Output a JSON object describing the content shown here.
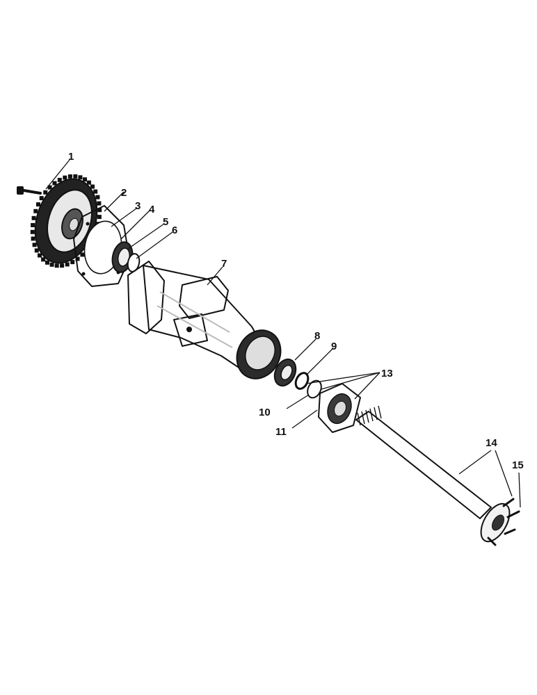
{
  "diagram": {
    "colors": {
      "ink": "#111111",
      "paper": "#ffffff",
      "shade": "#2b2b2b",
      "mid": "#777777"
    },
    "callouts": [
      {
        "id": "1",
        "label": "1"
      },
      {
        "id": "2",
        "label": "2"
      },
      {
        "id": "3",
        "label": "3"
      },
      {
        "id": "4",
        "label": "4"
      },
      {
        "id": "5",
        "label": "5"
      },
      {
        "id": "6",
        "label": "6"
      },
      {
        "id": "7",
        "label": "7"
      },
      {
        "id": "8",
        "label": "8"
      },
      {
        "id": "9",
        "label": "9"
      },
      {
        "id": "10",
        "label": "10"
      },
      {
        "id": "11",
        "label": "11"
      },
      {
        "id": "13",
        "label": "13"
      },
      {
        "id": "14",
        "label": "14"
      },
      {
        "id": "15",
        "label": "15"
      }
    ]
  }
}
